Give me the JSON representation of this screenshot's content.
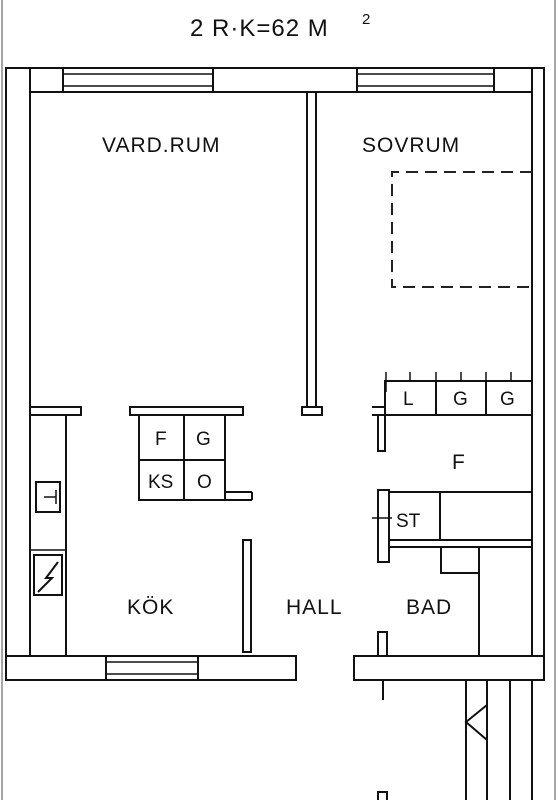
{
  "title": {
    "main": "2 R·K=62 M",
    "superscript": "2"
  },
  "rooms": {
    "living": "VARD.RUM",
    "bedroom": "SOVRUM",
    "kitchen": "KÖK",
    "hall": "HALL",
    "bath": "BAD",
    "closet": "F"
  },
  "kitchen_units": {
    "fridge": "F",
    "freezer": "G",
    "cooktop": "KS",
    "oven": "O"
  },
  "wardrobes": {
    "linen": "L",
    "wardrobe_1": "G",
    "wardrobe_2": "G"
  },
  "storage": "ST"
}
